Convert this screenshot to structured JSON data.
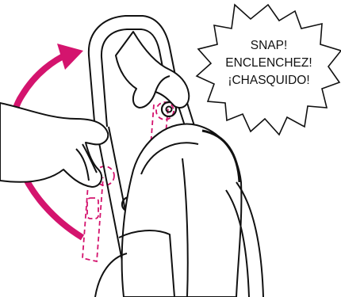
{
  "callout": {
    "line1": "SNAP!",
    "line2": "ENCLENCHEZ!",
    "line3": "¡CHASQUIDO!"
  },
  "colors": {
    "ink": "#111111",
    "accent": "#d4146e",
    "paper": "#ffffff"
  },
  "icons": {
    "arrow": "curved-arrow-icon",
    "burst": "starburst-callout-icon"
  }
}
